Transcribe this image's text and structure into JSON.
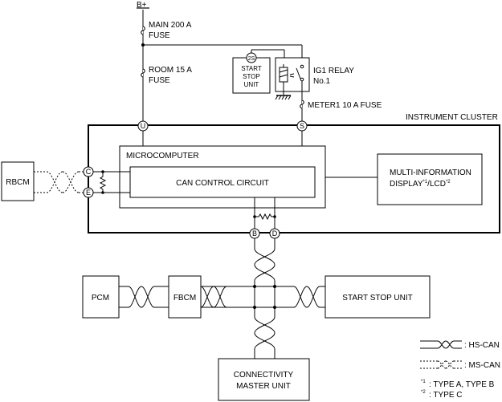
{
  "labels": {
    "b_plus": "B+",
    "main_fuse_1": "MAIN 200 A",
    "main_fuse_2": "FUSE",
    "room_fuse_1": "ROOM 15 A",
    "room_fuse_2": "FUSE",
    "start_stop_small_1": "START",
    "start_stop_small_2": "STOP",
    "start_stop_small_3": "UNIT",
    "pin_2s": "2S",
    "ig1_relay_1": "IG1 RELAY",
    "ig1_relay_2": "No.1",
    "meter_fuse": "METER1 10 A FUSE",
    "instrument_cluster": "INSTRUMENT CLUSTER",
    "microcomputer": "MICROCOMPUTER",
    "can_control": "CAN CONTROL CIRCUIT",
    "mid_1": "MULTI-INFORMATION",
    "mid_2": "DISPLAY",
    "mid_sup1": "*1",
    "mid_mid": "/LCD",
    "mid_sup2": "*2",
    "rbcm": "RBCM",
    "pcm": "PCM",
    "fbcm": "FBCM",
    "start_stop_unit": "START STOP UNIT",
    "connectivity_1": "CONNECTIVITY",
    "connectivity_2": "MASTER UNIT"
  },
  "pins": {
    "u": "U",
    "s": "S",
    "c": "C",
    "e": "E",
    "b": "B",
    "d": "D"
  },
  "legend": {
    "hs_can": ": HS-CAN",
    "ms_can": ": MS-CAN",
    "note1_mark": "*1",
    "note1_text": ": TYPE A, TYPE B",
    "note2_mark": "*2",
    "note2_text": ": TYPE C"
  }
}
